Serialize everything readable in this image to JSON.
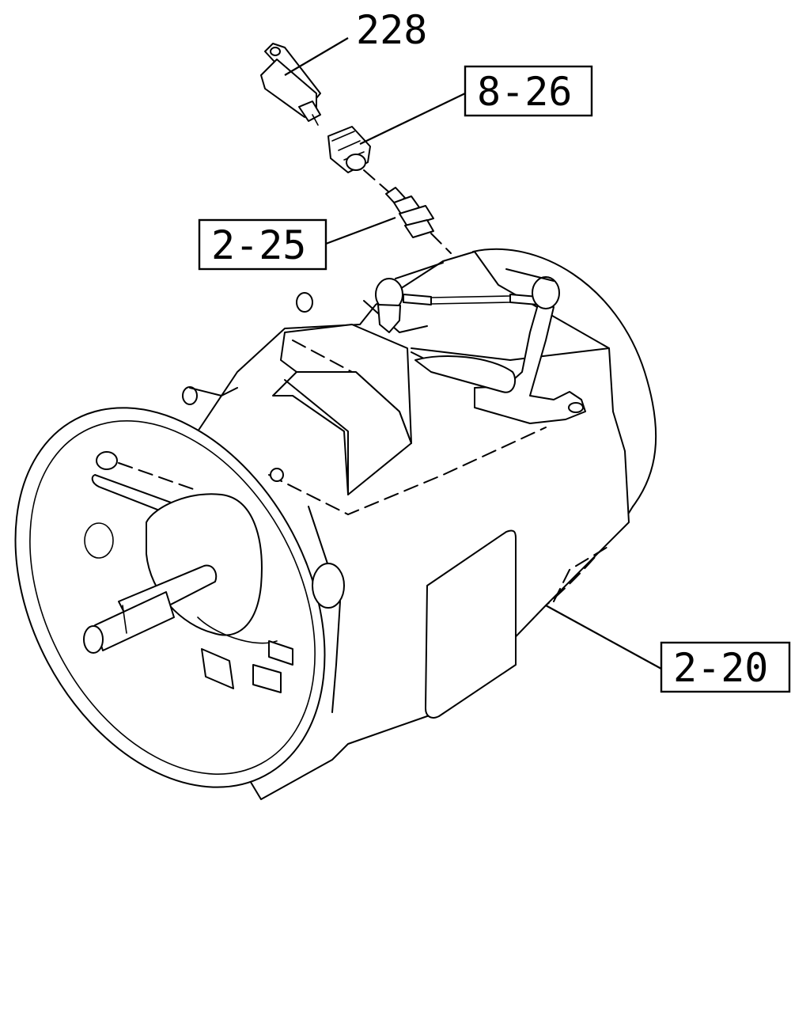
{
  "callouts": {
    "part_228": "228",
    "ref_8_26": "8-26",
    "ref_2_25": "2-25",
    "ref_2_20": "2-20"
  },
  "components": {
    "sensor": "sensor-icon",
    "connector": "connector-icon",
    "switch": "switch-icon",
    "transmission": "transmission-assembly-icon"
  }
}
